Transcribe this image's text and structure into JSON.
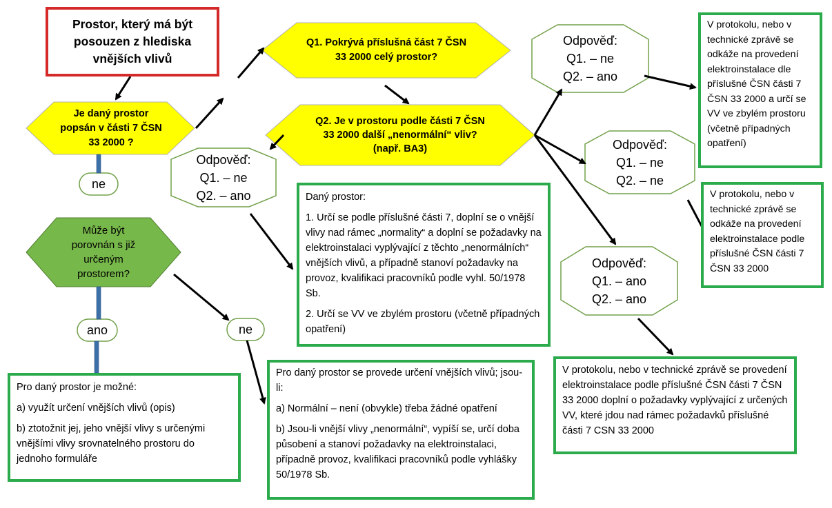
{
  "start": "Prostor, který má být posouzen z hlediska vnějších vlivů",
  "decision_described": "Je daný prostor popsán v části 7 ČSN 33 2000 ?",
  "label_ne_1": "ne",
  "decision_compare": "Může být porovnán s již určeným prostorem?",
  "label_ano": "ano",
  "label_ne_2": "ne",
  "q1": "Q1. Pokrývá příslušná část 7 ČSN 33 2000 celý prostor?",
  "q2": "Q2. Je v prostoru podle části 7 ČSN 33 2000 další „nenormální“ vliv? (např. BA3)",
  "answer_ne_ano": {
    "title": "Odpověď:",
    "q1": "Q1. – ne",
    "q2": "Q2. – ano"
  },
  "answer_top": {
    "title": "Odpověď:",
    "q1": "Q1. – ne",
    "q2": "Q2. – ano"
  },
  "answer_ne_ne": {
    "title": "Odpověď:",
    "q1": "Q1. – ne",
    "q2": "Q2. – ne"
  },
  "answer_ano_ano": {
    "title": "Odpověď:",
    "q1": "Q1. – ano",
    "q2": "Q2. – ano"
  },
  "box_opis": {
    "line1": "Pro daný prostor je možné:",
    "line2": "a) využít určení vnějších vlivů (opis)",
    "line3": "b) ztotožnit jej, jeho vnější vlivy s určenými vnějšími vlivy srovnatelného prostoru do jednoho formuláře"
  },
  "box_urceni": {
    "line1": "Pro daný prostor se provede určení vnějších vlivů; jsou-li:",
    "line2": "a) Normální – není (obvykle) třeba žádné opatření",
    "line3": "b) Jsou-li vnější vlivy „nenormální“, vypíší se, určí doba působení a stanoví požadavky na elektroinstalaci, případně provoz, kvalifikaci pracovníků podle vyhlášky 50/1978 Sb."
  },
  "box_prostor": {
    "line1": "Daný prostor:",
    "line2": "1. Určí se podle příslušné části 7, doplní se o vnější vlivy nad rámec „normality“ a doplní se požadavky na elektroinstalaci vyplývající z těchto „nenormálních“ vnějších vlivů, a případně stanoví požadavky na provoz, kvalifikaci pracovníků podle vyhl. 50/1978 Sb.",
    "line3": "2. Určí se VV ve zbylém prostoru (včetně případných opatření)"
  },
  "box_protokol_1": "V protokolu, nebo v technické zprávě se odkáže na provedení elektroinstalace dle příslušné ČSN části 7 ČSN 33 2000 a určí se VV ve zbylém prostoru (včetně případných opatření)",
  "box_protokol_2": "V protokolu, nebo v technické zprávě se odkáže na provedení elektroinstalace podle příslušné ČSN části 7 ČSN 33 2000",
  "box_protokol_3": "V protokolu, nebo v technické zprávě se provedení elektroinstalace podle příslušné ČSN části 7 ČSN 33 2000 doplní o požadavky vyplývající z určených VV, které jdou nad rámec požadavků příslušné části 7 CSN 33 2000",
  "colors": {
    "yellow": "#ffff00",
    "green_fill": "#77b84a",
    "green_border": "#2bab4c",
    "red_border": "#d42a2a",
    "arrow_blue": "#3d6fa8"
  }
}
